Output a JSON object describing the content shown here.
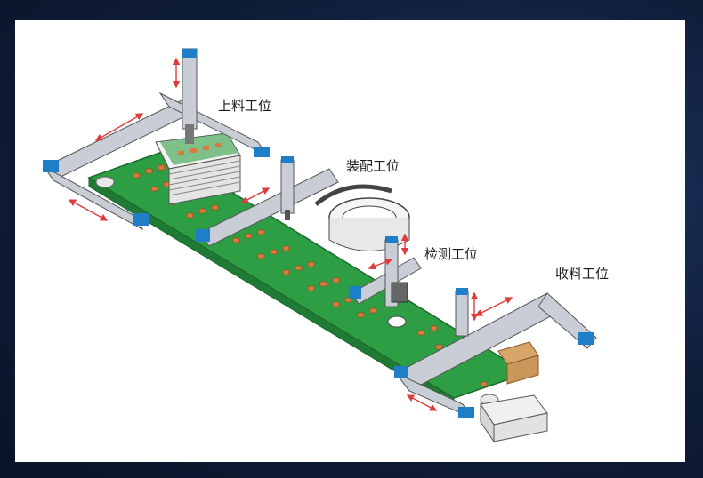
{
  "stations": [
    {
      "label": "上料工位"
    },
    {
      "label": "装配工位"
    },
    {
      "label": "检测工位"
    },
    {
      "label": "收料工位"
    }
  ],
  "colors": {
    "background": "#0f1d38",
    "panel": "#ffffff",
    "conveyor": "#2e9e45",
    "rail": "#c9ced6",
    "rail_accent": "#1e7fc8",
    "arrow": "#e03a3a",
    "part": "#d97b3c",
    "box": "#c9975a"
  }
}
